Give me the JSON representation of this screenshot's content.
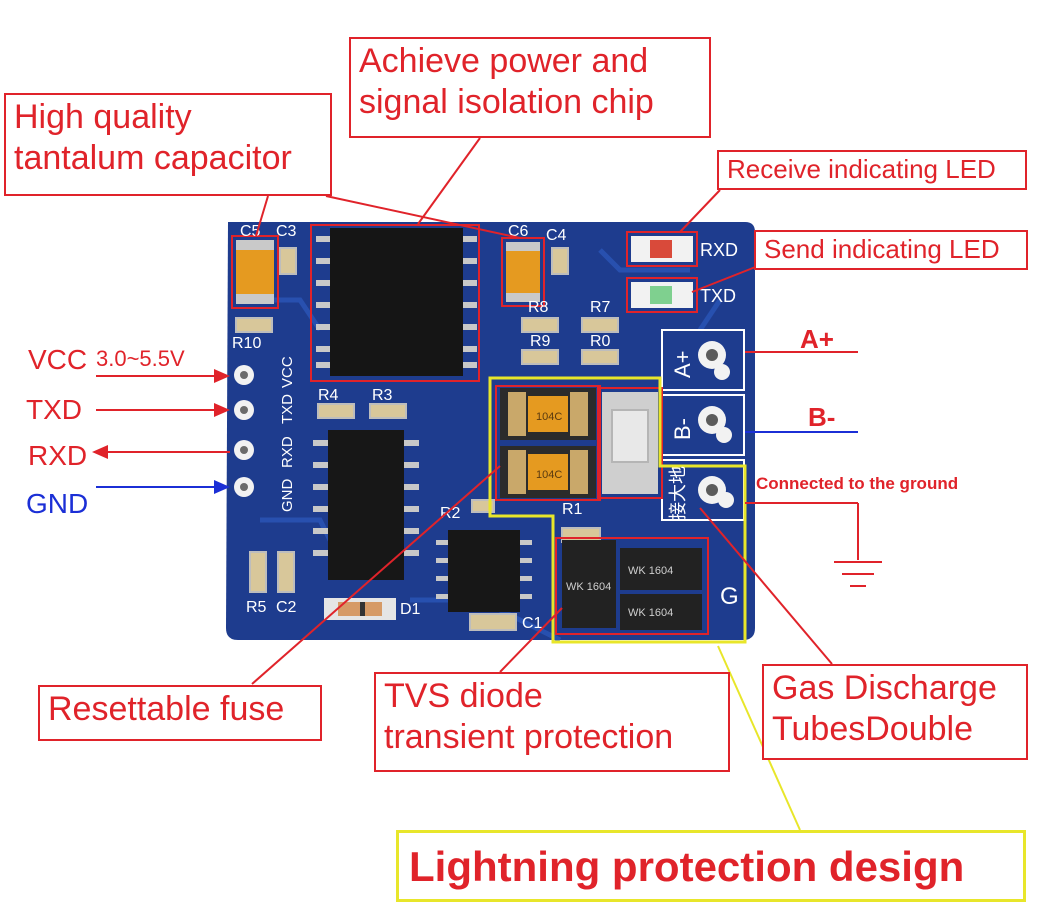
{
  "callouts": {
    "tantalum": [
      "High quality",
      "tantalum capacitor"
    ],
    "isolation": [
      "Achieve power and",
      "signal isolation chip"
    ],
    "receive_led": "Receive indicating LED",
    "send_led": "Send indicating LED",
    "fuse": "Resettable fuse",
    "tvs": [
      "TVS diode",
      "transient protection"
    ],
    "gas": [
      "Gas Discharge",
      "TubesDouble"
    ],
    "lightning": "Lightning protection design"
  },
  "pins_left": {
    "vcc": "VCC",
    "vcc_range": "3.0~5.5V",
    "txd": "TXD",
    "rxd": "RXD",
    "gnd": "GND"
  },
  "pins_right": {
    "a": "A+",
    "b": "B-",
    "ground": "Connected to the ground"
  },
  "silkscreen": {
    "c5": "C5",
    "c3": "C3",
    "c6": "C6",
    "c4": "C4",
    "rxd": "RXD",
    "txd": "TXD",
    "r8": "R8",
    "r7": "R7",
    "r9": "R9",
    "r0": "R0",
    "r10": "R10",
    "r4": "R4",
    "r3": "R3",
    "r2": "R2",
    "r1": "R1",
    "r5": "R5",
    "c2": "C2",
    "d1": "D1",
    "c1": "C1",
    "vcc": "VCC",
    "txd_v": "TXD",
    "rxd_v": "RXD",
    "gnd_v": "GND",
    "a": "A+",
    "b": "B-",
    "ground_cn": "接大地",
    "g": "G",
    "fuse_code": "104C",
    "tvs_code": "WK 1604"
  },
  "colors": {
    "accent_red": "#e0232a",
    "blue": "#1b2fd6",
    "yellow": "#e8e62a",
    "pcb": "#1e3c8e"
  }
}
